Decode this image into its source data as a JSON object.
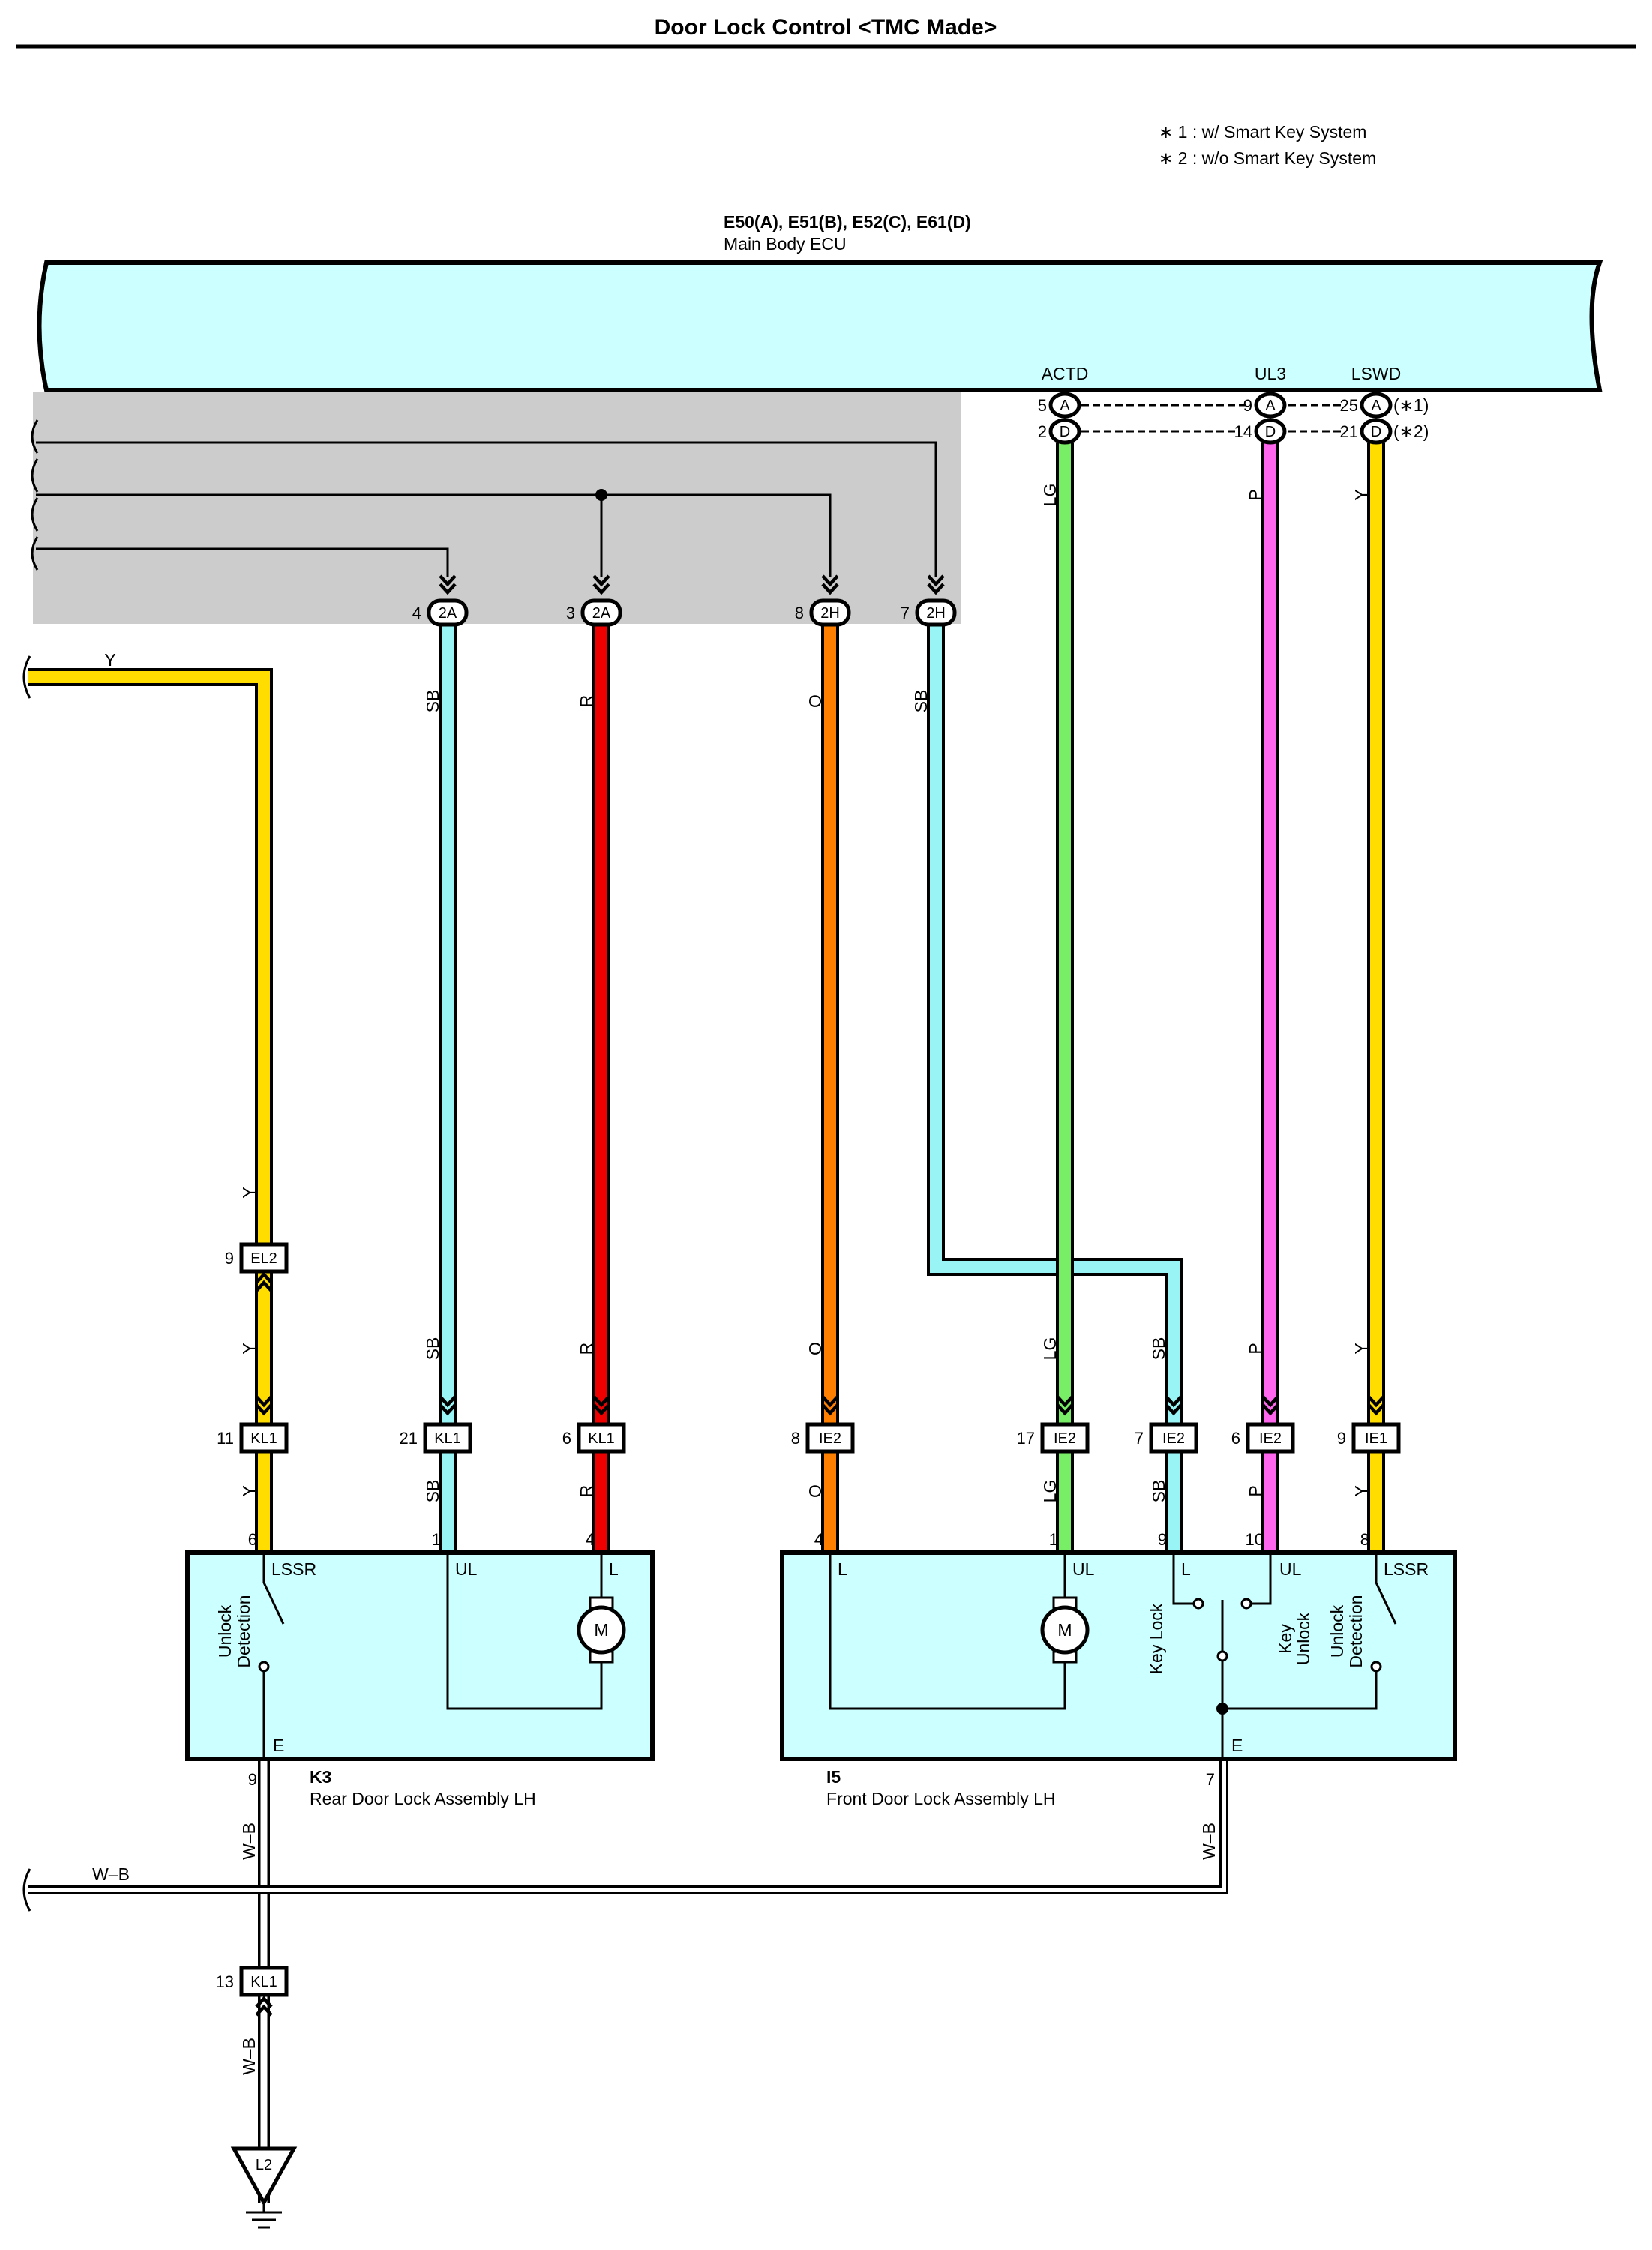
{
  "title": "Door Lock Control <TMC Made>",
  "notes": [
    "∗ 1 : w/ Smart Key System",
    "∗ 2 : w/o Smart Key System"
  ],
  "colors": {
    "ecu_fill": "#ccffff",
    "shade": "#cccccc",
    "Y": "#ffdd00",
    "SB": "#99f5f5",
    "R": "#ee0000",
    "O": "#ff8000",
    "LG": "#77ee66",
    "P": "#ff66ee",
    "W-B": "#ffffff"
  },
  "ecu": {
    "codes": "E50(A), E51(B), E52(C), E61(D)",
    "name": "Main Body ECU",
    "terminals": {
      "actd": {
        "name": "ACTD",
        "pin_a": "5",
        "conn_a": "A",
        "pin_d": "2",
        "conn_d": "D"
      },
      "ul3": {
        "name": "UL3",
        "pin_a": "9",
        "conn_a": "A",
        "pin_d": "14",
        "conn_d": "D"
      },
      "lswd": {
        "name": "LSWD",
        "pin_a": "25",
        "conn_a": "A",
        "pin_d": "21",
        "conn_d": "D",
        "note_a": "(∗1)",
        "note_d": "(∗2)"
      }
    }
  },
  "junctions": [
    {
      "pin": "4",
      "conn": "2A"
    },
    {
      "pin": "3",
      "conn": "2A"
    },
    {
      "pin": "8",
      "conn": "2H"
    },
    {
      "pin": "7",
      "conn": "2H"
    }
  ],
  "wire_colors": {
    "y": "Y",
    "sb": "SB",
    "r": "R",
    "o": "O",
    "lg": "LG",
    "p": "P",
    "wb": "W–B"
  },
  "connectors": {
    "el2": {
      "pin": "9",
      "conn": "EL2"
    },
    "kl1_y": {
      "pin": "11",
      "conn": "KL1"
    },
    "kl1_sb": {
      "pin": "21",
      "conn": "KL1"
    },
    "kl1_r": {
      "pin": "6",
      "conn": "KL1"
    },
    "ie2_o": {
      "pin": "8",
      "conn": "IE2"
    },
    "ie2_lg": {
      "pin": "17",
      "conn": "IE2"
    },
    "ie2_sb": {
      "pin": "7",
      "conn": "IE2"
    },
    "ie2_p": {
      "pin": "6",
      "conn": "IE2"
    },
    "ie1_y": {
      "pin": "9",
      "conn": "IE1"
    },
    "kl1_wb": {
      "pin": "13",
      "conn": "KL1"
    }
  },
  "rear_lock": {
    "code": "K3",
    "name": "Rear Door Lock Assembly LH",
    "pins": {
      "lssr": "6",
      "ul": "1",
      "l": "4",
      "e": "9"
    },
    "labels": {
      "lssr": "LSSR",
      "ul": "UL",
      "l": "L",
      "e": "E",
      "motor": "M"
    },
    "switch": [
      "Unlock",
      "Detection"
    ]
  },
  "front_lock": {
    "code": "I5",
    "name": "Front Door Lock Assembly LH",
    "pins": {
      "l": "4",
      "ul": "1",
      "keyl": "9",
      "keyul": "10",
      "lssr": "8",
      "e": "7"
    },
    "labels": {
      "l": "L",
      "ul": "UL",
      "keyl": "L",
      "keyul": "UL",
      "lssr": "LSSR",
      "e": "E",
      "motor": "M"
    },
    "key_lock": "Key Lock",
    "key_unlock": [
      "Key",
      "Unlock"
    ],
    "switch": [
      "Unlock",
      "Detection"
    ]
  },
  "ground": {
    "code": "L2"
  }
}
